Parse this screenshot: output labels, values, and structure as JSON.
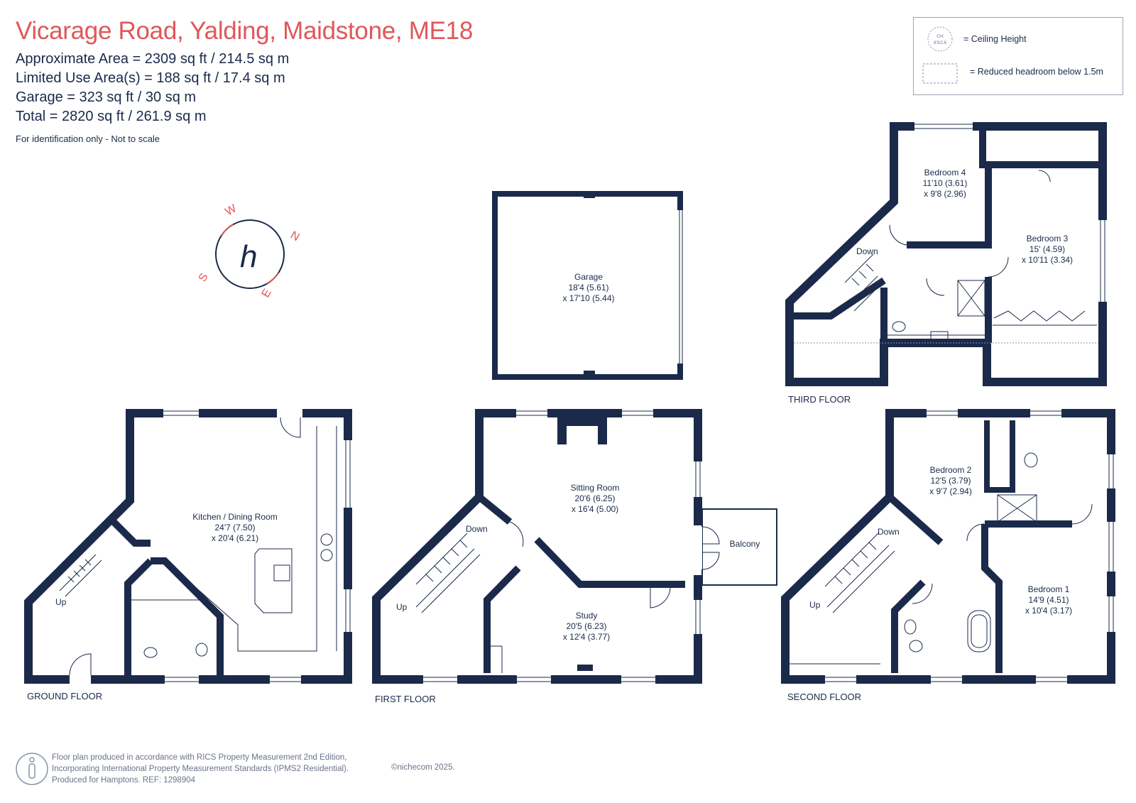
{
  "header": {
    "title": "Vicarage Road, Yalding, Maidstone, ME18",
    "approx_area": "Approximate Area = 2309 sq ft / 214.5 sq m",
    "limited_use_area": "Limited Use Area(s) = 188 sq ft / 17.4 sq m",
    "garage_area": "Garage = 323 sq ft / 30 sq m",
    "total_area": "Total = 2820 sq ft / 261.9 sq m",
    "note": "For identification only - Not to scale"
  },
  "legend": {
    "ceiling_icon_top": "CH",
    "ceiling_icon_bottom": "8'5/2.6",
    "ceiling_label": "= Ceiling Height",
    "headroom_label": "= Reduced headroom below 1.5m"
  },
  "compass": {
    "w": "W",
    "n": "N",
    "s": "S",
    "e": "E",
    "logo_letter": "h"
  },
  "floors": {
    "ground": {
      "label": "GROUND FLOOR",
      "kitchen_name": "Kitchen / Dining Room",
      "kitchen_dim1": "24'7 (7.50)",
      "kitchen_dim2": "x 20'4 (6.21)",
      "stairs_up": "Up"
    },
    "first": {
      "label": "FIRST FLOOR",
      "sitting_name": "Sitting Room",
      "sitting_dim1": "20'6 (6.25)",
      "sitting_dim2": "x 16'4 (5.00)",
      "study_name": "Study",
      "study_dim1": "20'5 (6.23)",
      "study_dim2": "x 12'4 (3.77)",
      "balcony": "Balcony",
      "stairs_down": "Down",
      "stairs_up": "Up"
    },
    "second": {
      "label": "SECOND FLOOR",
      "bed2_name": "Bedroom 2",
      "bed2_dim1": "12'5 (3.79)",
      "bed2_dim2": "x 9'7 (2.94)",
      "bed1_name": "Bedroom 1",
      "bed1_dim1": "14'9 (4.51)",
      "bed1_dim2": "x 10'4 (3.17)",
      "stairs_down": "Down",
      "stairs_up": "Up"
    },
    "third": {
      "label": "THIRD FLOOR",
      "bed4_name": "Bedroom 4",
      "bed4_dim1": "11'10 (3.61)",
      "bed4_dim2": "x 9'8 (2.96)",
      "bed3_name": "Bedroom 3",
      "bed3_dim1": "15' (4.59)",
      "bed3_dim2": "x 10'11 (3.34)",
      "stairs_down": "Down"
    },
    "garage": {
      "name": "Garage",
      "dim1": "18'4 (5.61)",
      "dim2": "x 17'10 (5.44)"
    }
  },
  "footer": {
    "line1": "Floor plan produced in accordance with RICS Property Measurement 2nd Edition,",
    "line2": "Incorporating International Property Measurement Standards (IPMS2 Residential).",
    "line3": "Produced for Hamptons.   REF: 1298904",
    "brand": "©nichecom 2025."
  },
  "colors": {
    "wall": "#1b2a4a",
    "title": "#e0575a",
    "logo_accent": "#e0575a"
  }
}
